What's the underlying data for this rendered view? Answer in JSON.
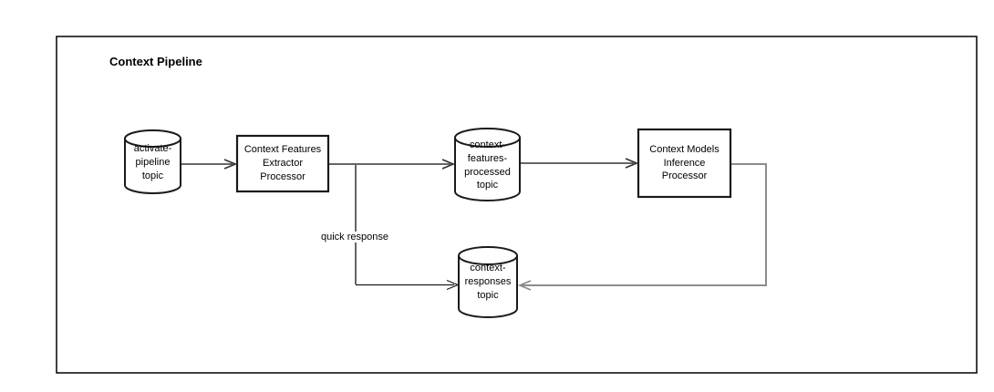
{
  "title": "Context Pipeline",
  "nodes": {
    "activate_pipeline_topic": {
      "label": "activate-\npipeline\ntopic",
      "shape": "cylinder"
    },
    "context_features_extractor": {
      "label": "Context Features\nExtractor\nProcessor",
      "shape": "rectangle"
    },
    "context_features_processed_topic": {
      "label": "context-\nfeatures-\nprocessed\ntopic",
      "shape": "cylinder"
    },
    "context_models_inference": {
      "label": "Context Models\nInference\nProcessor",
      "shape": "rectangle"
    },
    "context_responses_topic": {
      "label": "context-\nresponses\ntopic",
      "shape": "cylinder"
    }
  },
  "edges": {
    "activate_to_extractor": {
      "from": "activate_pipeline_topic",
      "to": "context_features_extractor",
      "label": ""
    },
    "extractor_to_features_topic": {
      "from": "context_features_extractor",
      "to": "context_features_processed_topic",
      "label": ""
    },
    "quick_response": {
      "from": "context_features_extractor",
      "to": "context_responses_topic",
      "label": "quick response"
    },
    "features_topic_to_inference": {
      "from": "context_features_processed_topic",
      "to": "context_models_inference",
      "label": ""
    },
    "inference_to_responses_topic": {
      "from": "context_models_inference",
      "to": "context_responses_topic",
      "label": ""
    }
  },
  "colors": {
    "background": "#ffffff",
    "border": "#000000",
    "shape_stroke": "#1a1a1a",
    "shape_fill": "#ffffff",
    "edge_gray": "#666666",
    "edge_light_gray": "#8c8c8c",
    "edge_dark": "#1a1a1a",
    "arrowhead_dark": "#333333",
    "text": "#000000"
  }
}
